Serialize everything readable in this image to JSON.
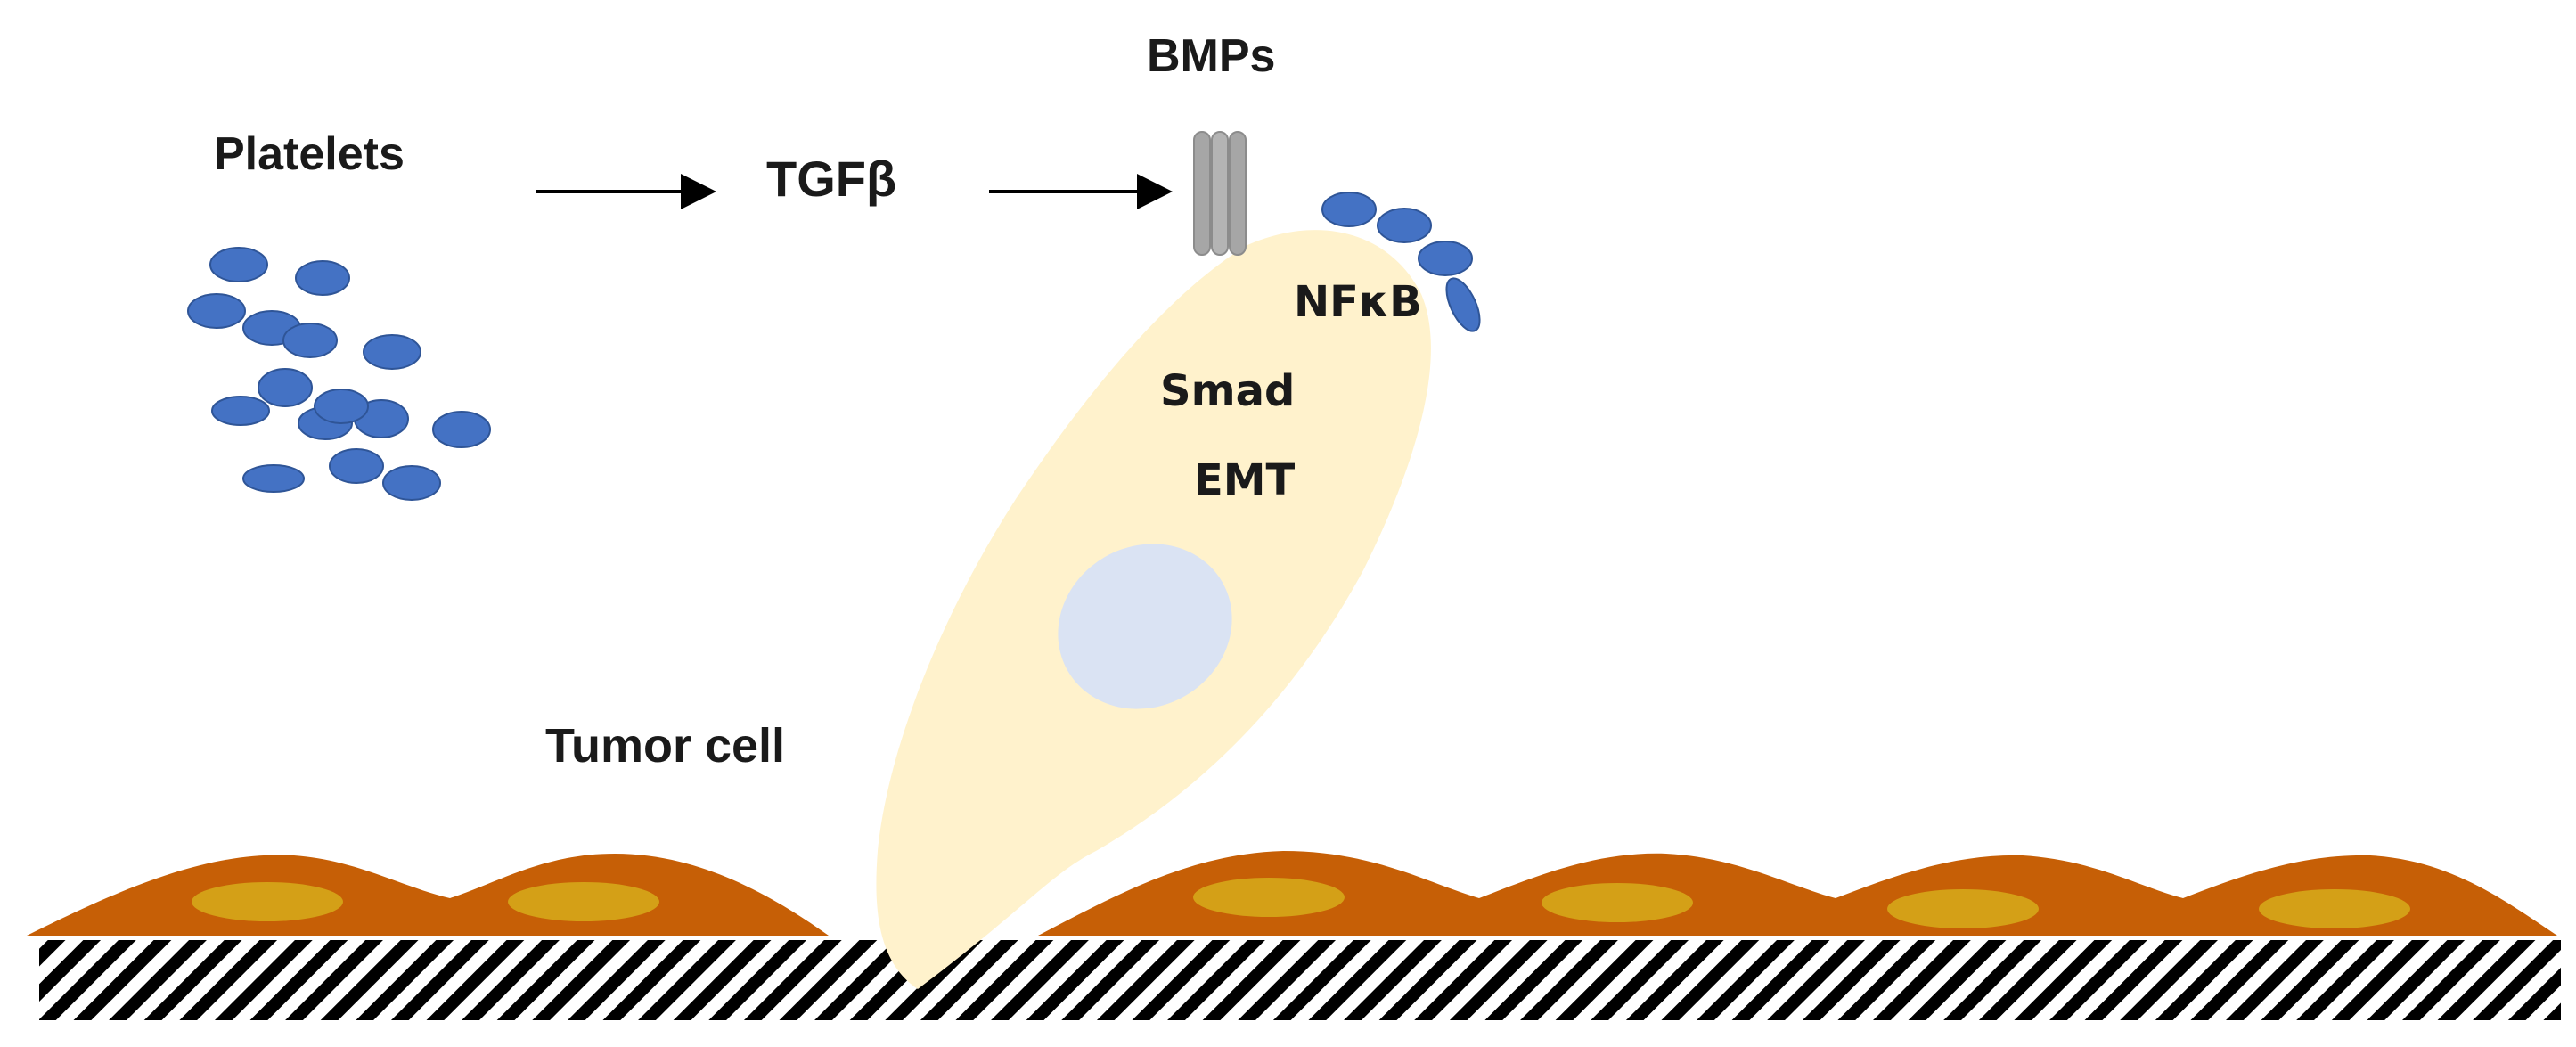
{
  "labels": {
    "platelets": "Platelets",
    "tgfb": "TGFβ",
    "bmps": "BMPs",
    "nfkb": "NFκB",
    "smad": "Smad",
    "emt": "EMT",
    "tumor_cell": "Tumor cell"
  },
  "colors": {
    "platelet": "#4472c4",
    "platelet_stroke": "#2f5597",
    "tumor_cell_body": "#fff2cc",
    "nucleus": "#dae3f3",
    "endothelial_cell": "#c65f06",
    "endothelial_nucleus": "#d4a017",
    "receptor": "#a6a6a6",
    "arrow": "#000000",
    "hatch": "#000000"
  },
  "icons": [
    "arrow-icon",
    "receptor-icon",
    "platelet-icon"
  ]
}
